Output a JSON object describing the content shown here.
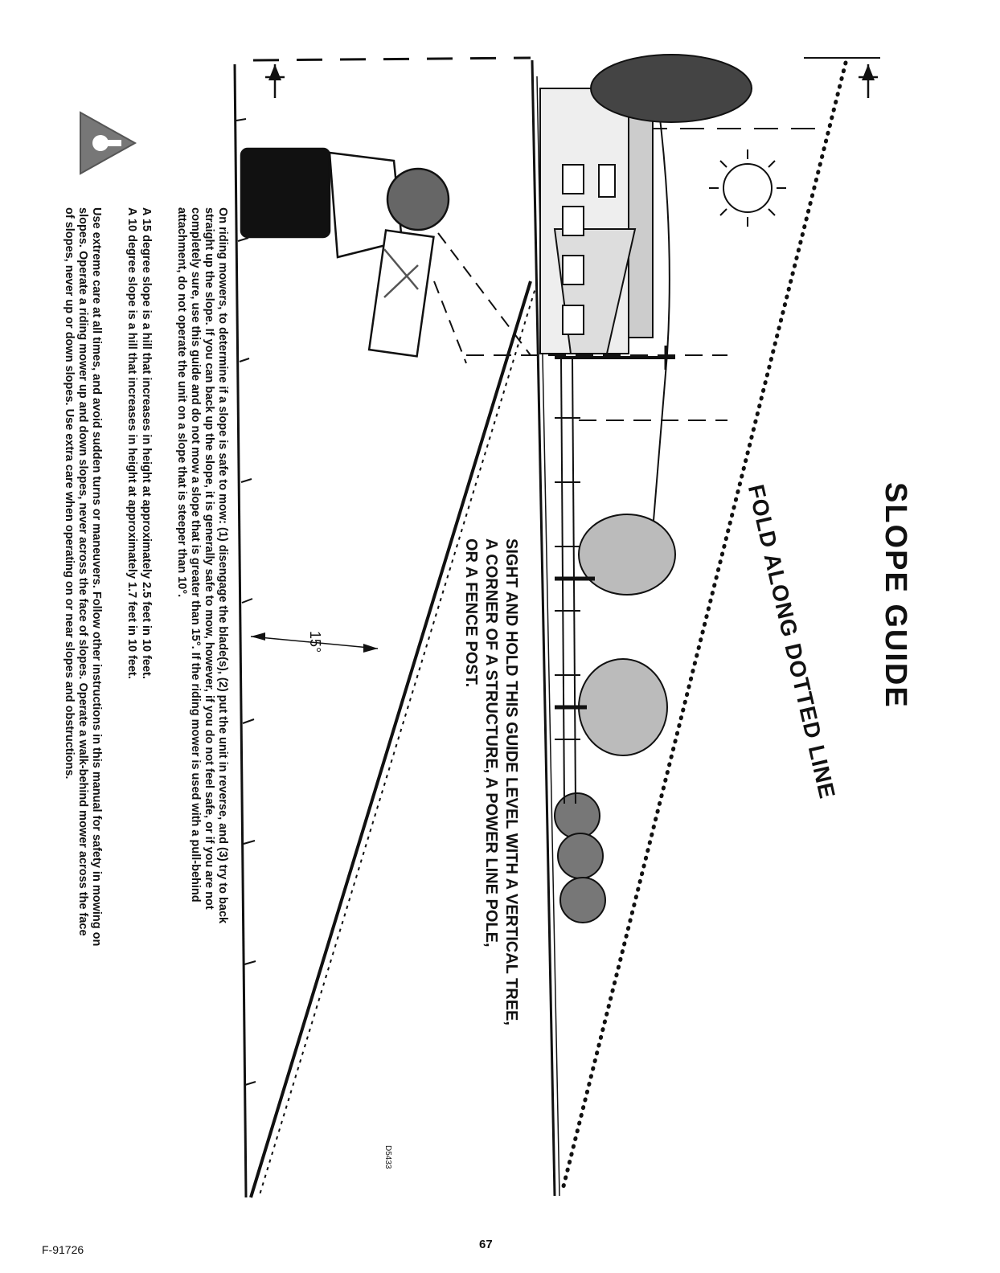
{
  "title": "SLOPE GUIDE",
  "fold_instruction": "FOLD ALONG DOTTED LINE",
  "sight_instruction": [
    "SIGHT AND HOLD THIS GUIDE LEVEL WITH A VERTICAL TREE,",
    "A CORNER OF A STRUCTURE, A POWER LINE POLE,",
    "OR A FENCE POST."
  ],
  "angle_label": "15°",
  "drawing_code": "D5433",
  "paragraphs": {
    "riding_mowers": "On riding mowers, to determine if a slope is safe to mow: (1) disengage the blade(s), (2) put the unit in reverse, and (3) try to back straight up the slope. If you can back up the slope, it is generally safe to mow, however, if you do not feel safe, or if you are not completely sure, use this guide and do not mow a slope that is greater than 15°. If the riding mower is used with a pull-behind attachment, do not operate the unit on a slope that is steeper than 10°.",
    "slope_15": "A 15 degree slope is a hill that increases in height at approximately 2.5 feet in 10 feet.",
    "slope_10": "A 10 degree slope is a hill that increases in height at approximately 1.7 feet in 10 feet.",
    "warning": "Use extreme care at all times, and avoid sudden turns or maneuvers. Follow other instructions in this manual for safety in mowing on slopes. Operate a riding mower up and down slopes, never across the face of slopes. Operate a walk-behind mower across the face of slopes, never up or down slopes. Use extra care when operating on or near slopes and obstructions."
  },
  "warning_symbol": "!",
  "footer": {
    "form_number": "F-91726",
    "page_number": "67"
  }
}
